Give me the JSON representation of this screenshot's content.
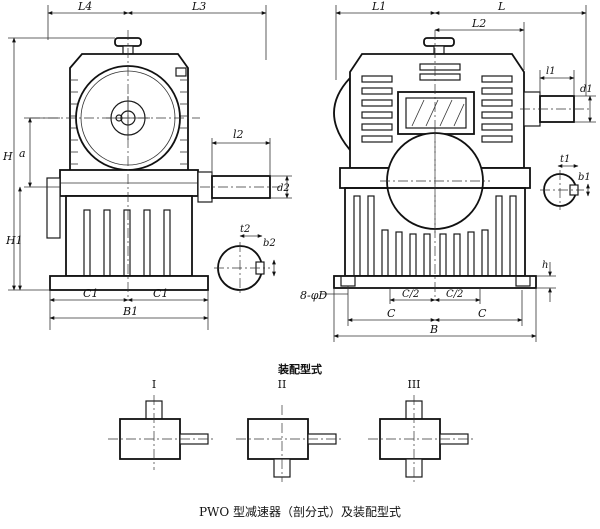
{
  "front_view": {
    "dims": {
      "L4": "L4",
      "L3": "L3",
      "H": "H",
      "a": "a",
      "H1": "H1",
      "l2": "l2",
      "d2": "d2",
      "C1_left": "C1",
      "C1_right": "C1",
      "B1": "B1"
    }
  },
  "section_key_left": {
    "t2": "t2",
    "b2": "b2"
  },
  "side_view": {
    "dims": {
      "L1": "L1",
      "L": "L",
      "L2": "L2",
      "l1": "l1",
      "d1": "d1",
      "h": "h",
      "phiD": "8-φD",
      "C2_left": "C/2",
      "C2_right": "C/2",
      "C_left": "C",
      "C_right": "C",
      "B": "B"
    }
  },
  "section_key_right": {
    "t1": "t1",
    "b1": "b1"
  },
  "assembly": {
    "title": "装配型式",
    "types": [
      "I",
      "II",
      "III"
    ]
  },
  "caption": "PWO 型减速器（剖分式）及装配型式"
}
